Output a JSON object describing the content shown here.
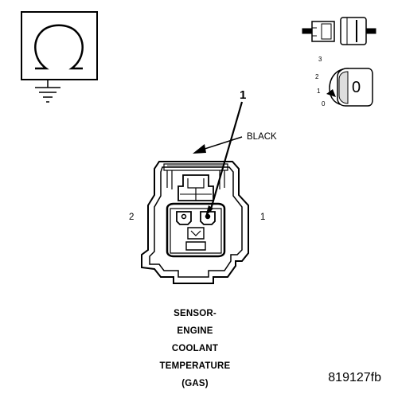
{
  "callout_number": "1",
  "wire_color_label": "BLACK",
  "pin_labels": {
    "left": "2",
    "right": "1"
  },
  "ignition_positions": [
    "3",
    "2",
    "1",
    "0"
  ],
  "ignition_key_symbol": "0",
  "caption_lines": [
    "SENSOR-",
    "ENGINE",
    "COOLANT",
    "TEMPERATURE",
    "(GAS)"
  ],
  "figure_id": "819127fb",
  "icons": {
    "meter": "ohmmeter-ground-icon",
    "connector": "disconnect-connector-icon",
    "ignition": "ignition-off-icon"
  }
}
